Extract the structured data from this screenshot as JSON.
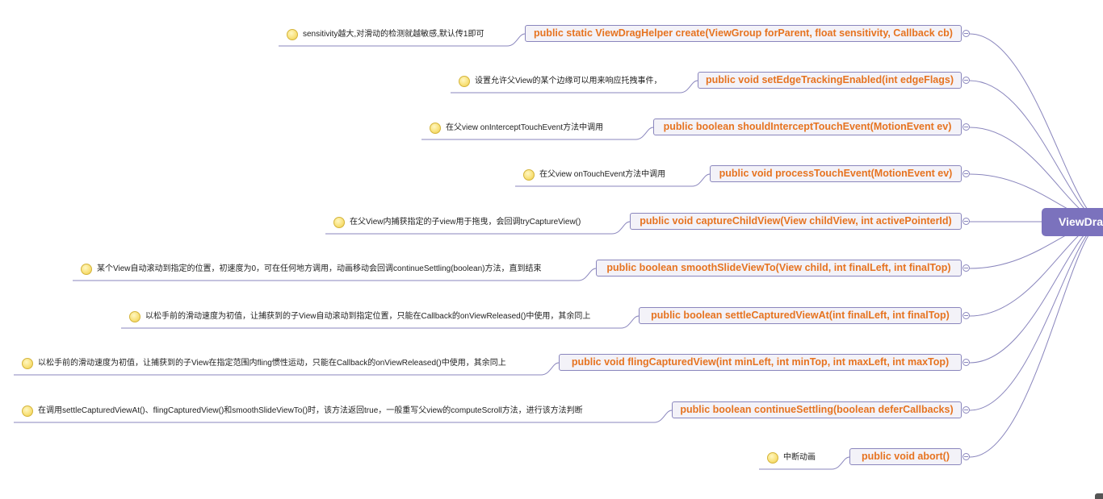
{
  "root": {
    "label": "ViewDrag"
  },
  "branches": [
    {
      "method": "public static ViewDragHelper create(ViewGroup forParent, float sensitivity, Callback cb)",
      "note": "sensitivity越大,对滑动的检测就越敏感,默认传1即可"
    },
    {
      "method": "public void setEdgeTrackingEnabled(int edgeFlags)",
      "note": "设置允许父View的某个边缘可以用来响应托拽事件，"
    },
    {
      "method": "public boolean shouldInterceptTouchEvent(MotionEvent ev)",
      "note": "在父view onInterceptTouchEvent方法中调用"
    },
    {
      "method": "public void processTouchEvent(MotionEvent ev)",
      "note": "在父view onTouchEvent方法中调用"
    },
    {
      "method": "public void captureChildView(View childView, int activePointerId)",
      "note": "在父View内捕获指定的子view用于拖曳，会回调tryCaptureView()"
    },
    {
      "method": "public boolean smoothSlideViewTo(View child, int finalLeft, int finalTop)",
      "note": "某个View自动滚动到指定的位置，初速度为0，可在任何地方调用，动画移动会回调continueSettling(boolean)方法，直到结束"
    },
    {
      "method": "public boolean settleCapturedViewAt(int finalLeft, int finalTop)",
      "note": "以松手前的滑动速度为初值，让捕获到的子View自动滚动到指定位置，只能在Callback的onViewReleased()中使用，其余同上"
    },
    {
      "method": "public void flingCapturedView(int minLeft, int minTop, int maxLeft, int maxTop)",
      "note": "以松手前的滑动速度为初值，让捕获到的子View在指定范围内fling惯性运动，只能在Callback的onViewReleased()中使用，其余同上"
    },
    {
      "method": "public boolean continueSettling(boolean deferCallbacks)",
      "note": "在调用settleCapturedViewAt()、flingCapturedView()和smoothSlideViewTo()时，该方法返回true，一般重写父view的computeScroll方法，进行该方法判断"
    },
    {
      "method": "public void abort()",
      "note": "中断动画"
    }
  ],
  "icons": {
    "note": "note-bulb-icon",
    "collapse": "collapse-minus-icon"
  },
  "colors": {
    "method_text": "#e67320",
    "method_border": "#8a86bd",
    "method_fill": "#f3f2f8",
    "root_fill": "#7b72bd",
    "connector": "#8a86bd",
    "note_icon": "#f9e27d"
  }
}
